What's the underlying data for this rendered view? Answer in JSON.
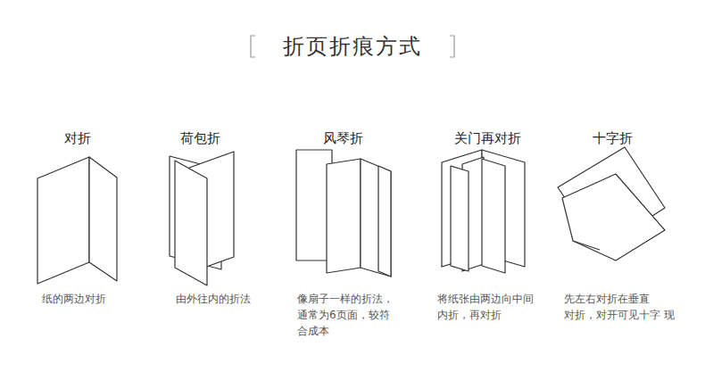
{
  "diagram": {
    "title": "折页折痕方式",
    "labels": [
      "对折",
      "纸的两边对折",
      "荷包折",
      "由外往内的折法",
      "风琴折",
      "像扇子一样的折法， 通常为6页面，较符 合成本",
      "关门再对折",
      "将纸张由两边向中间 内折，再对折",
      "十字折",
      "先左右对折在垂直 对折，对开可见十字 现"
    ]
  }
}
